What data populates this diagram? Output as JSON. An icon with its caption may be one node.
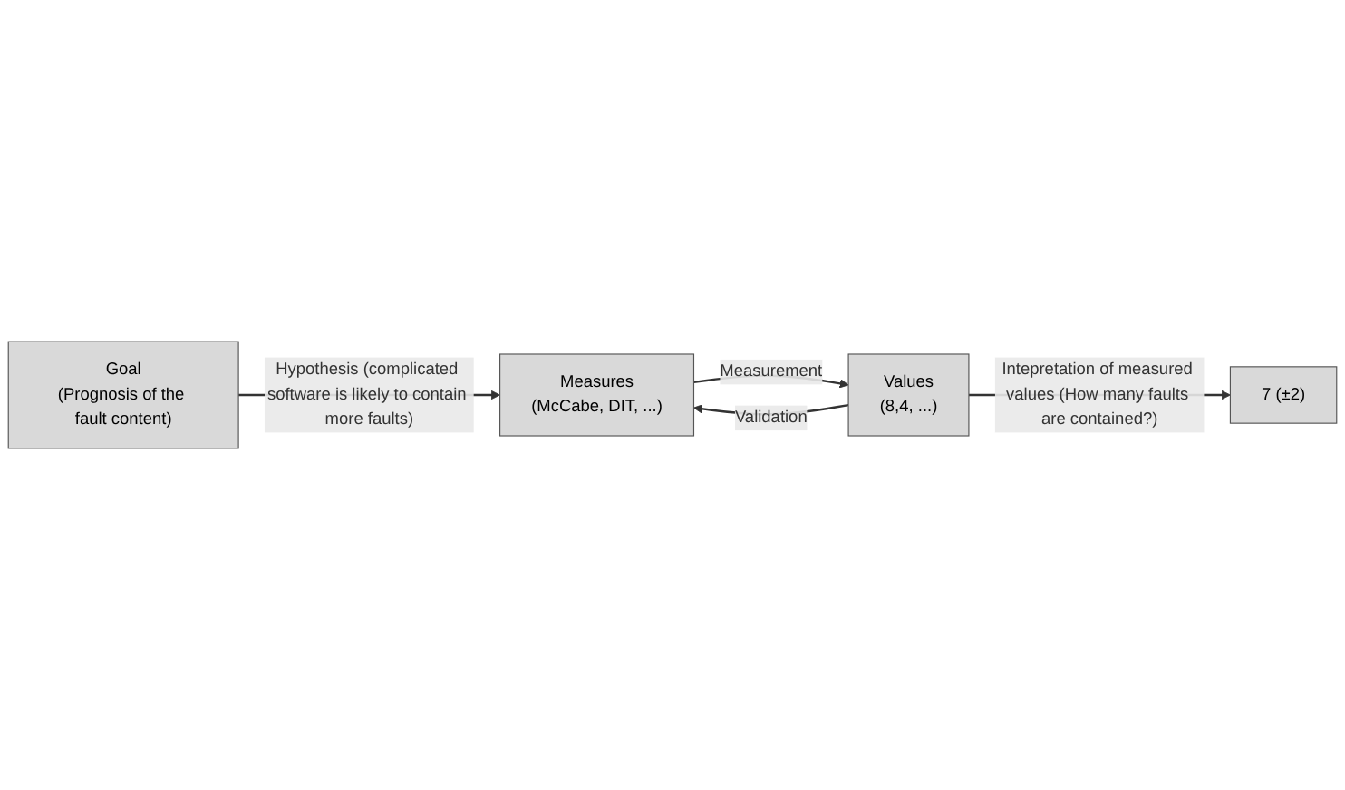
{
  "diagram": {
    "nodes": [
      {
        "text": [
          "Goal",
          "(Prognosis of the fault content)"
        ]
      },
      {
        "text": [
          "Measures",
          "(McCabe, DIT, ...)"
        ]
      },
      {
        "text": [
          "Values",
          "(8,4, ...)"
        ]
      },
      {
        "text": [
          "7 (±2)"
        ]
      }
    ],
    "edges": [
      {
        "from": 0,
        "to": 1,
        "arrow": "to",
        "label": "Hypothesis (complicated software is likely to contain more faults)"
      },
      {
        "from": 1,
        "to": 2,
        "arrow": "to",
        "label": "Measurement"
      },
      {
        "from": 2,
        "to": 1,
        "arrow": "to",
        "label": "Validation"
      },
      {
        "from": 2,
        "to": 3,
        "arrow": "to",
        "label": "Intepretation of measured values (How many faults are contained?)"
      }
    ]
  }
}
